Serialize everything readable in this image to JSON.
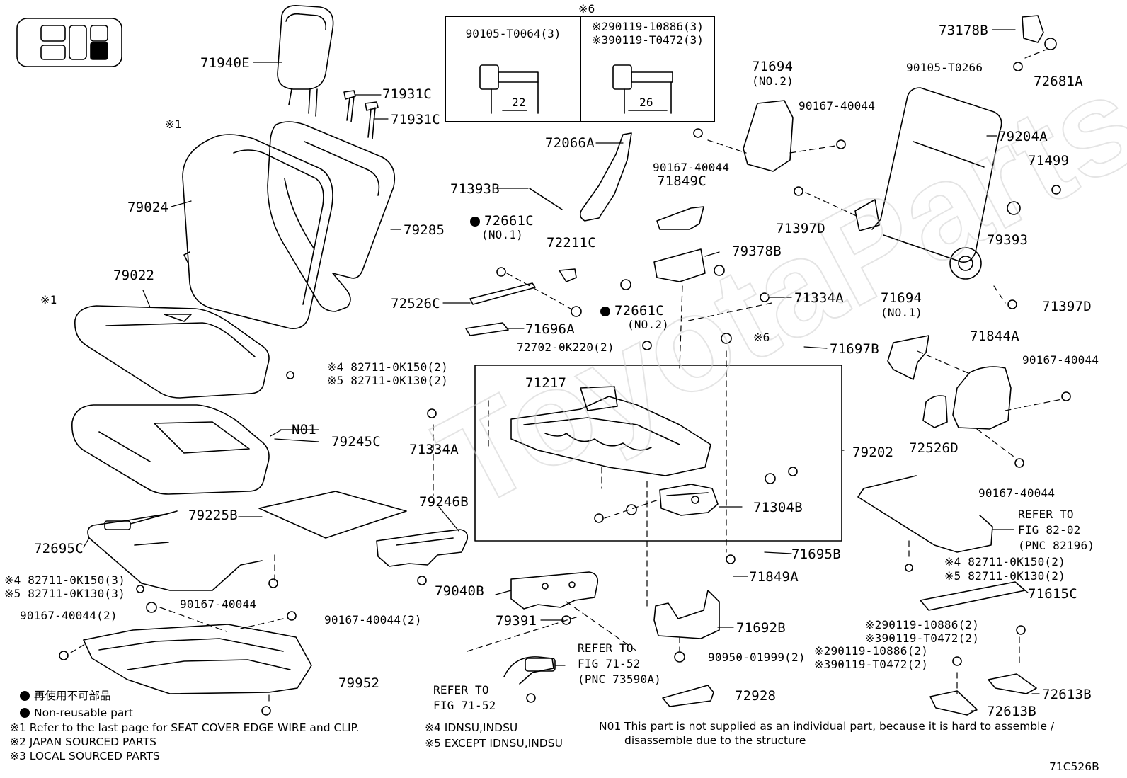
{
  "kit_table": {
    "marker": "※6",
    "left_part": "90105-T0064(3)",
    "right_part_1": "※290119-10886(3)",
    "right_part_2": "※390119-T0472(3)",
    "left_dim": "22",
    "right_dim": "26"
  },
  "callouts": [
    {
      "id": "71940E",
      "text": "71940E"
    },
    {
      "id": "71931C-a",
      "text": "71931C"
    },
    {
      "id": "71931C-b",
      "text": "71931C"
    },
    {
      "id": "m1-a",
      "text": "※1"
    },
    {
      "id": "79024",
      "text": "79024"
    },
    {
      "id": "79285",
      "text": "79285"
    },
    {
      "id": "79022",
      "text": "79022"
    },
    {
      "id": "m1-b",
      "text": "※1"
    },
    {
      "id": "82711-a4",
      "text": "※4 82711-0K150(2)"
    },
    {
      "id": "82711-a5",
      "text": "※5 82711-0K130(2)"
    },
    {
      "id": "N01",
      "text": "N01"
    },
    {
      "id": "79245C",
      "text": "79245C"
    },
    {
      "id": "79225B",
      "text": "79225B"
    },
    {
      "id": "72695C",
      "text": "72695C"
    },
    {
      "id": "82711-b4",
      "text": "※4 82711-0K150(3)"
    },
    {
      "id": "82711-b5",
      "text": "※5 82711-0K130(3)"
    },
    {
      "id": "90167-c",
      "text": "90167-40044(2)"
    },
    {
      "id": "90167-d",
      "text": "90167-40044"
    },
    {
      "id": "90167-e",
      "text": "90167-40044(2)"
    },
    {
      "id": "79952",
      "text": "79952"
    },
    {
      "id": "79246B",
      "text": "79246B"
    },
    {
      "id": "72066A",
      "text": "72066A"
    },
    {
      "id": "71393B",
      "text": "71393B"
    },
    {
      "id": "72661C-1",
      "text": "72661C"
    },
    {
      "id": "no1-a",
      "text": "(NO.1)"
    },
    {
      "id": "72211C",
      "text": "72211C"
    },
    {
      "id": "72526C",
      "text": "72526C"
    },
    {
      "id": "71696A",
      "text": "71696A"
    },
    {
      "id": "72661C-2",
      "text": "72661C"
    },
    {
      "id": "no2-a",
      "text": "(NO.2)"
    },
    {
      "id": "72702",
      "text": "72702-0K220(2)"
    },
    {
      "id": "71217",
      "text": "71217"
    },
    {
      "id": "71334A-a",
      "text": "71334A"
    },
    {
      "id": "79040B",
      "text": "79040B"
    },
    {
      "id": "79391",
      "text": "79391"
    },
    {
      "id": "refer-7152a",
      "text": "REFER TO"
    },
    {
      "id": "refer-7152a-2",
      "text": "FIG 71-52"
    },
    {
      "id": "refer-7152a-3",
      "text": "(PNC 73590A)"
    },
    {
      "id": "refer-7152b",
      "text": "REFER TO"
    },
    {
      "id": "refer-7152b-2",
      "text": "FIG 71-52"
    },
    {
      "id": "71694-top",
      "text": "71694"
    },
    {
      "id": "no2-b",
      "text": "(NO.2)"
    },
    {
      "id": "90167-top-r",
      "text": "90167-40044"
    },
    {
      "id": "90167-top-l",
      "text": "90167-40044"
    },
    {
      "id": "71849C",
      "text": "71849C"
    },
    {
      "id": "79378B",
      "text": "79378B"
    },
    {
      "id": "71334A-b",
      "text": "71334A"
    },
    {
      "id": "m6",
      "text": "※6"
    },
    {
      "id": "71697B",
      "text": "71697B"
    },
    {
      "id": "79202",
      "text": "79202"
    },
    {
      "id": "71304B",
      "text": "71304B"
    },
    {
      "id": "71695B",
      "text": "71695B"
    },
    {
      "id": "71849A",
      "text": "71849A"
    },
    {
      "id": "71692B",
      "text": "71692B"
    },
    {
      "id": "90950",
      "text": "90950-01999(2)"
    },
    {
      "id": "72928",
      "text": "72928"
    },
    {
      "id": "73178B",
      "text": "73178B"
    },
    {
      "id": "90105-T0266",
      "text": "90105-T0266"
    },
    {
      "id": "72681A",
      "text": "72681A"
    },
    {
      "id": "79204A",
      "text": "79204A"
    },
    {
      "id": "71499",
      "text": "71499"
    },
    {
      "id": "71397D-a",
      "text": "71397D"
    },
    {
      "id": "79393",
      "text": "79393"
    },
    {
      "id": "71397D-b",
      "text": "71397D"
    },
    {
      "id": "71694-mid",
      "text": "71694"
    },
    {
      "id": "no1-b",
      "text": "(NO.1)"
    },
    {
      "id": "71844A",
      "text": "71844A"
    },
    {
      "id": "90167-right-a",
      "text": "90167-40044"
    },
    {
      "id": "72526D",
      "text": "72526D"
    },
    {
      "id": "90167-right-b",
      "text": "90167-40044"
    },
    {
      "id": "refer-8202",
      "text": "REFER TO"
    },
    {
      "id": "refer-8202-2",
      "text": "FIG 82-02"
    },
    {
      "id": "refer-8202-3",
      "text": "(PNC 82196)"
    },
    {
      "id": "82711-c4",
      "text": "※4 82711-0K150(2)"
    },
    {
      "id": "82711-c5",
      "text": "※5 82711-0K130(2)"
    },
    {
      "id": "71615C",
      "text": "71615C"
    },
    {
      "id": "90119-a2",
      "text": "※290119-10886(2)"
    },
    {
      "id": "90119-a3",
      "text": "※390119-T0472(2)"
    },
    {
      "id": "90119-b2",
      "text": "※290119-10886(2)"
    },
    {
      "id": "90119-b3",
      "text": "※390119-T0472(2)"
    },
    {
      "id": "72613B-a",
      "text": "72613B"
    },
    {
      "id": "72613B-b",
      "text": "72613B"
    }
  ],
  "legend": {
    "jp_label": "再使用不可部品",
    "en_label": "Non-reusable part",
    "note1": "※1  Refer to the last page for SEAT COVER EDGE WIRE and CLIP.",
    "note2": "※2  JAPAN SOURCED PARTS",
    "note3": "※3  LOCAL SOURCED PARTS",
    "note4": "※4 IDNSU,INDSU",
    "note5": "※5 EXCEPT IDNSU,INDSU",
    "n01_code": "N01",
    "n01_text": "This part is not supplied as an individual part, because it is hard to assemble / disassemble due to the structure"
  },
  "figure_code": "71C526B",
  "watermark": "ToyotaParts.ru"
}
